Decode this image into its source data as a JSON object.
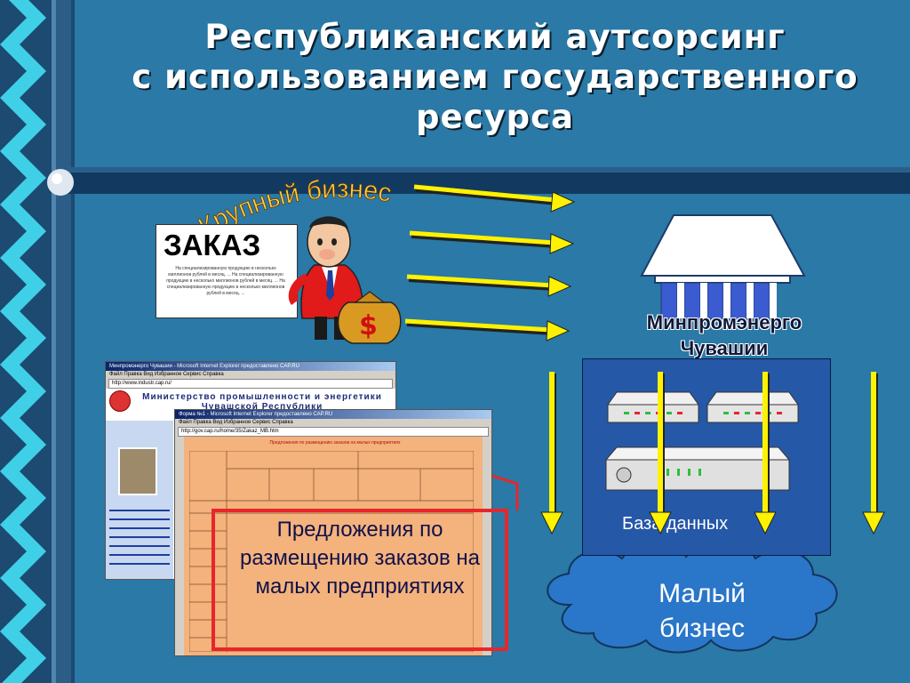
{
  "title": {
    "line1": "Республиканский аутсорсинг",
    "line2": "с использованием государственного",
    "line3": "ресурса"
  },
  "big_business": {
    "label": "Крупный бизнес",
    "money_symbol": "$"
  },
  "order": {
    "heading": "ЗАКАЗ",
    "fine_print": "На специализированную продукцию в несколько миллионов рублей в месяц. ... На специализированную продукцию в несколько миллионов рублей в месяц. ... На специализированную продукцию в несколько миллионов рублей в месяц. ..."
  },
  "ministry": {
    "name_line1": "Минпромэнерго",
    "name_line2": "Чувашии"
  },
  "database": {
    "label": "База данных"
  },
  "small_business": {
    "line1": "Малый",
    "line2": "бизнес"
  },
  "proposal": {
    "text": "Предложения по размещению заказов на малых предприятиях"
  },
  "browser_back": {
    "title_bar": "Минпромэнерго Чувашии - Microsoft Internet Explorer предоставлено CAP.RU",
    "menu": "Файл  Правка  Вид  Избранное  Сервис  Справка",
    "address": "http://www.industr.cap.ru/",
    "site_header": "Министерство промышленности и энергетики Чувашской Республики"
  },
  "browser_front": {
    "title_bar": "Форма №1 - Microsoft Internet Explorer предоставлено CAP.RU",
    "menu": "Файл  Правка  Вид  Избранное  Сервис  Справка",
    "address": "http://gov.cap.ru/home/35/Zakaz_MB.htm",
    "doc_heading": "Предложения по размещению заказов на малых предприятиях"
  },
  "colors": {
    "background": "#2a79a6",
    "left_band": "#1c4a70",
    "chevron": "#3fd0e8",
    "arrow_yellow": "#fff200",
    "db_box": "#2658a8",
    "cloud": "#2a76c8",
    "proposal_border": "#e8262a",
    "orange_doc": "#f4b27c"
  }
}
